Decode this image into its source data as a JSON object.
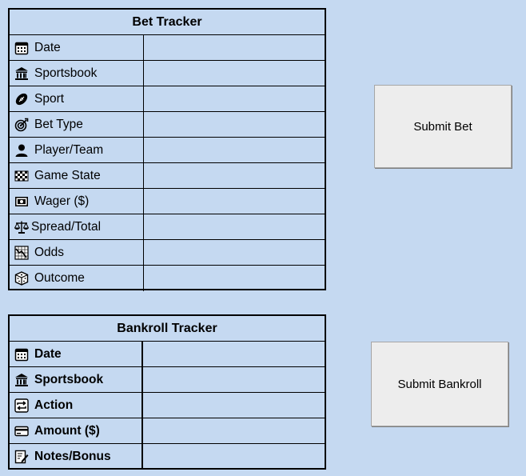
{
  "bet_tracker": {
    "title": "Bet Tracker",
    "rows": [
      {
        "label": "Date",
        "icon": "calendar-icon"
      },
      {
        "label": "Sportsbook",
        "icon": "bank-icon"
      },
      {
        "label": "Sport",
        "icon": "football-icon"
      },
      {
        "label": "Bet Type",
        "icon": "target-icon"
      },
      {
        "label": "Player/Team",
        "icon": "person-icon"
      },
      {
        "label": "Game State",
        "icon": "checkered-flag-icon"
      },
      {
        "label": "Wager ($)",
        "icon": "money-icon"
      },
      {
        "label": "Spread/Total",
        "icon": "scales-icon"
      },
      {
        "label": "Odds",
        "icon": "chart-icon"
      },
      {
        "label": "Outcome",
        "icon": "dice-icon"
      }
    ]
  },
  "bankroll_tracker": {
    "title": "Bankroll Tracker",
    "rows": [
      {
        "label": "Date",
        "icon": "calendar-icon"
      },
      {
        "label": "Sportsbook",
        "icon": "bank-icon"
      },
      {
        "label": "Action",
        "icon": "exchange-icon"
      },
      {
        "label": "Amount ($)",
        "icon": "credit-card-icon"
      },
      {
        "label": "Notes/Bonus",
        "icon": "notepad-icon"
      }
    ]
  },
  "buttons": {
    "submit_bet": "Submit Bet",
    "submit_bankroll": "Submit Bankroll"
  }
}
